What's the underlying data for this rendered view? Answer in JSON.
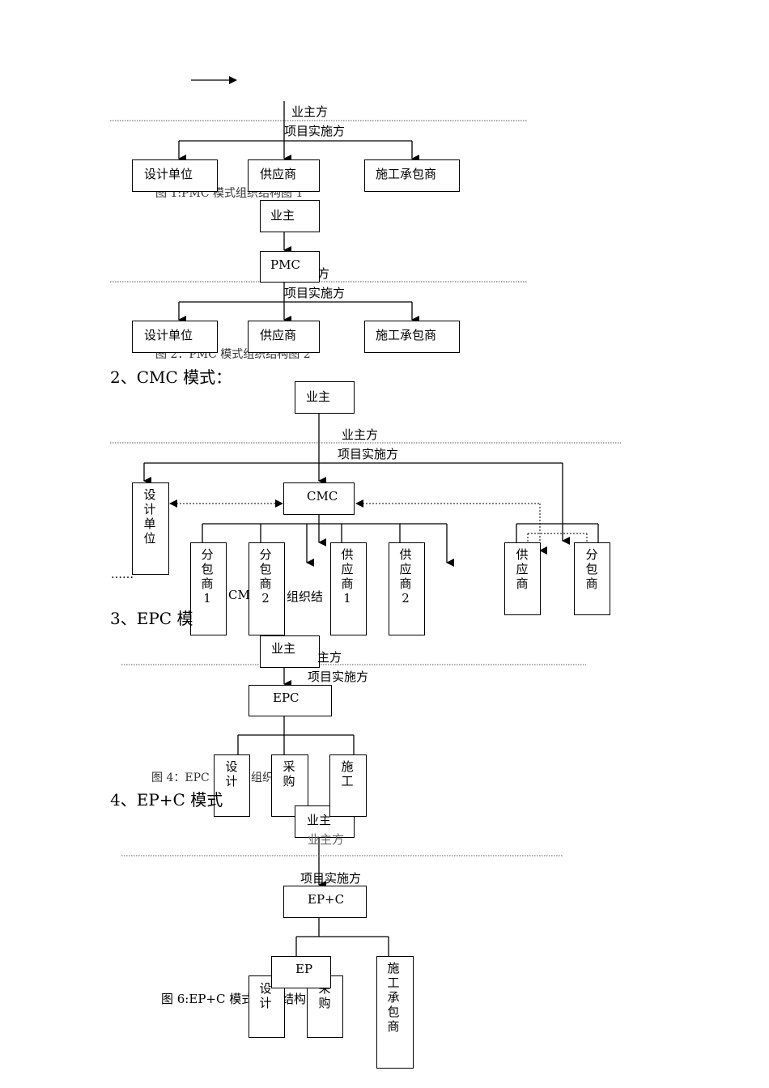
{
  "labels": {
    "owner_side": "业主方",
    "implementer_side": "项目实施方",
    "owner": "业主",
    "design_unit": "设计单位",
    "supplier": "供应商",
    "contractor": "施工承包商",
    "pmc": "PMC",
    "cmc": "CMC",
    "epc": "EPC",
    "epc_plus_c": "EP+C",
    "ep": "EP",
    "design": "设计",
    "procure": "采购",
    "construct": "施工",
    "sub1": "分包商1",
    "sub2": "分包商2",
    "sup1": "供应商1",
    "sup2": "供应商2",
    "sub": "分包商",
    "ellipsis": "……"
  },
  "captions": {
    "fig1": "图 1:PMC 模式组织结构图 1",
    "fig2": "图 2：PMC 模式组织结构图 2",
    "fig3_partial": "CM",
    "fig3_partial2": "组织结",
    "fig4": "图 4：EPC",
    "fig4_partial": "组织",
    "fig6": "图 6:EP+C 模式",
    "fig6_partial": "结构"
  },
  "headings": {
    "cmc": "2、CMC 模式：",
    "epc": "3、EPC 模",
    "epc_plus_c": "4、EP+C 模式"
  },
  "colors": {
    "line": "#000000",
    "background": "#ffffff"
  }
}
